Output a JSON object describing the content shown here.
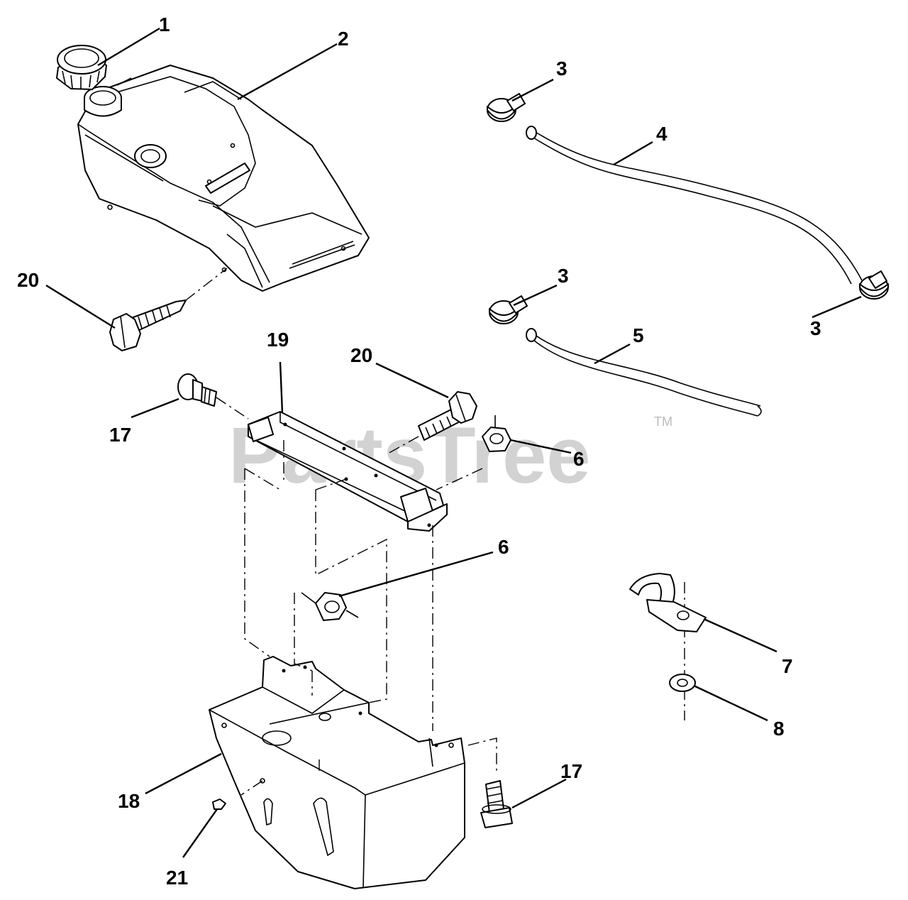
{
  "watermark": {
    "text": "PartsTree",
    "trademark": "TM"
  },
  "callouts": [
    {
      "id": "c1",
      "number": "1"
    },
    {
      "id": "c2",
      "number": "2"
    },
    {
      "id": "c3a",
      "number": "3"
    },
    {
      "id": "c4",
      "number": "4"
    },
    {
      "id": "c20a",
      "number": "20"
    },
    {
      "id": "c3b",
      "number": "3"
    },
    {
      "id": "c3c",
      "number": "3"
    },
    {
      "id": "c5",
      "number": "5"
    },
    {
      "id": "c19",
      "number": "19"
    },
    {
      "id": "c20b",
      "number": "20"
    },
    {
      "id": "c17a",
      "number": "17"
    },
    {
      "id": "c6a",
      "number": "6"
    },
    {
      "id": "c6b",
      "number": "6"
    },
    {
      "id": "c7",
      "number": "7"
    },
    {
      "id": "c8",
      "number": "8"
    },
    {
      "id": "c17b",
      "number": "17"
    },
    {
      "id": "c18",
      "number": "18"
    },
    {
      "id": "c21",
      "number": "21"
    }
  ]
}
